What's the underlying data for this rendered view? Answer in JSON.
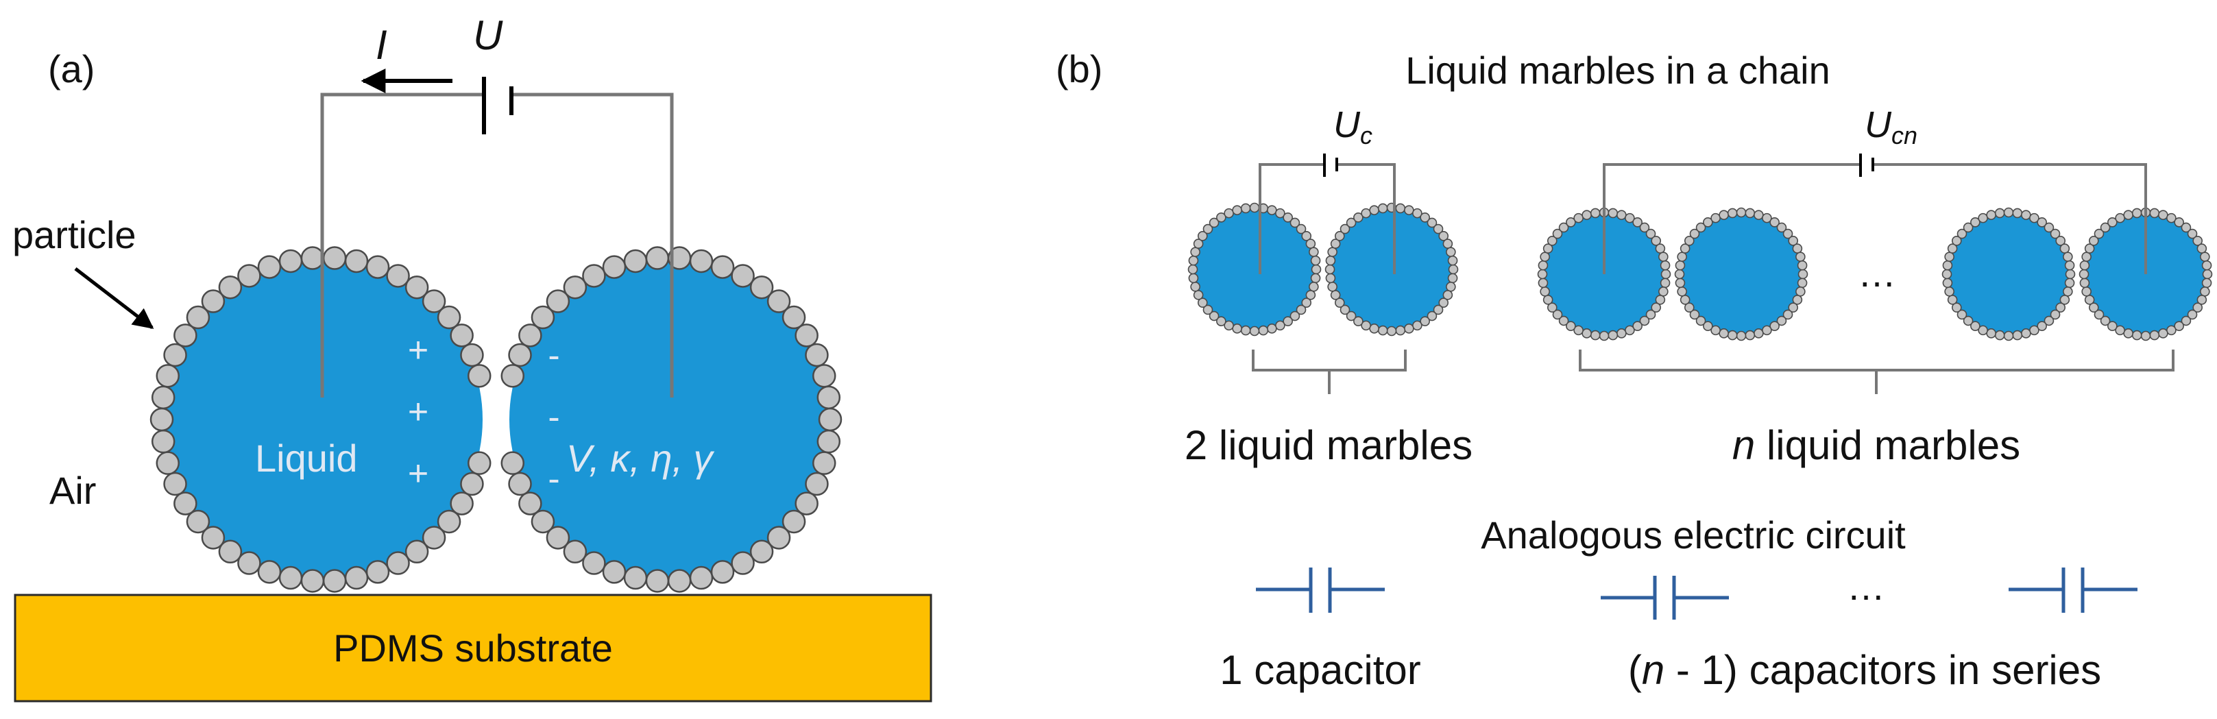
{
  "colors": {
    "marble_fill": "#1b96d6",
    "particle_fill": "#c4c4c4",
    "particle_stroke": "#4a4a4a",
    "wire": "#777777",
    "substrate_fill": "#fdbf00",
    "substrate_stroke": "#2a2a2a",
    "capacitor_symbol": "#2f5f9e",
    "inner_text": "#dfe8f3"
  },
  "icons": {
    "battery": "battery-icon",
    "capacitor": "capacitor-icon",
    "arrow": "arrow-icon"
  },
  "panel_a": {
    "label": "(a)",
    "current": "I",
    "voltage": "U",
    "particle": "particle",
    "air": "Air",
    "liquid": "Liquid",
    "properties": "V, κ, η, γ",
    "plus": "+",
    "minus": "-",
    "substrate": "PDMS substrate"
  },
  "panel_b": {
    "label": "(b)",
    "title": "Liquid marbles in a chain",
    "voltage_two": "U",
    "voltage_two_sub": "c",
    "voltage_n": "U",
    "voltage_n_sub": "cn",
    "ellipsis": "…",
    "two_marbles": "2 liquid marbles",
    "n_marbles_n": "n",
    "n_marbles_rest": " liquid marbles",
    "circuit_title": "Analogous electric circuit",
    "one_capacitor": "1 capacitor",
    "series_open": "(",
    "series_n": "n",
    "series_rest": " - 1) capacitors in series"
  }
}
